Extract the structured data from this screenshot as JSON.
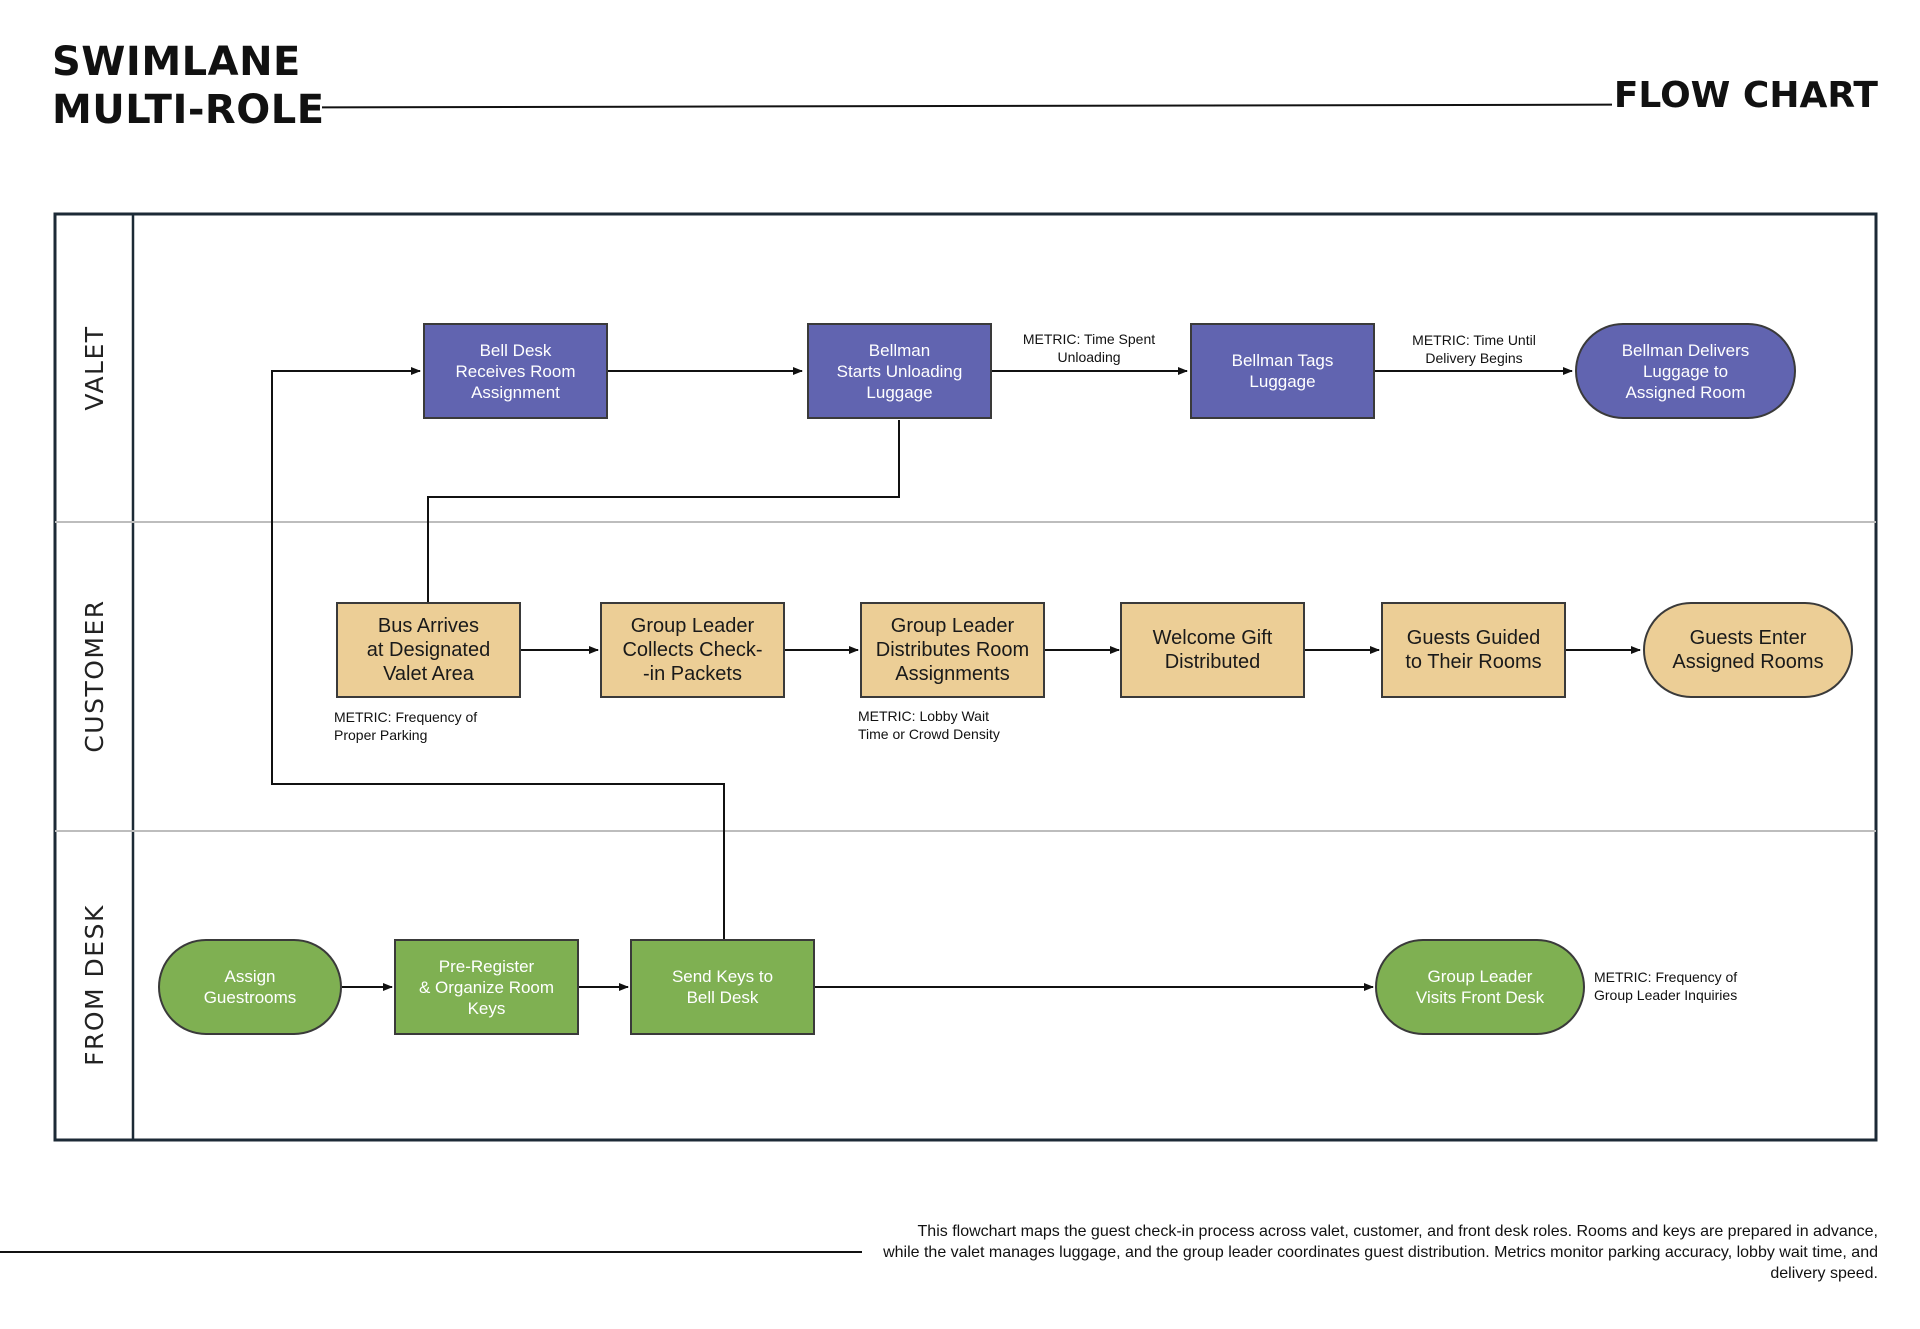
{
  "header": {
    "title_line1": "SWIMLANE",
    "title_line2": "MULTI-ROLE",
    "subtitle": "FLOW CHART"
  },
  "lanes": {
    "valet": "VALET",
    "customer": "CUSTOMER",
    "front_desk": "FROM DESK"
  },
  "nodes": {
    "bell_desk_receives": "Bell Desk\nReceives Room\nAssignment",
    "bellman_unloading": "Bellman\nStarts Unloading\nLuggage",
    "bellman_tags": "Bellman Tags\nLuggage",
    "bellman_delivers": "Bellman Delivers\nLuggage to\nAssigned Room",
    "bus_arrives": "Bus Arrives\nat Designated\nValet Area",
    "leader_collects": "Group Leader\nCollects Check-\n-in Packets",
    "leader_distributes": "Group Leader\nDistributes Room\nAssignments",
    "welcome_gift": "Welcome Gift\nDistributed",
    "guests_guided": "Guests Guided\nto Their Rooms",
    "guests_enter": "Guests Enter\nAssigned Rooms",
    "assign_guestrooms": "Assign\nGuestrooms",
    "pre_register": "Pre-Register\n& Organize Room\nKeys",
    "send_keys": "Send Keys to\nBell Desk",
    "leader_visits": "Group Leader\nVisits Front Desk"
  },
  "metrics": {
    "time_spent_unloading": "METRIC: Time Spent\nUnloading",
    "time_until_delivery": "METRIC: Time Until\nDelivery Begins",
    "proper_parking": "METRIC: Frequency of\nProper Parking",
    "lobby_wait": "METRIC: Lobby Wait\nTime or Crowd Density",
    "leader_inquiries": "METRIC: Frequency of\nGroup Leader Inquiries"
  },
  "colors": {
    "valet_fill": "#6164b0",
    "customer_fill": "#ecce96",
    "front_desk_fill": "#7fb052",
    "frame": "#1c2a36",
    "lane_divider": "#bdbdbd"
  },
  "description": "This flowchart maps the guest check-in process across valet, customer, and front desk roles. Rooms and keys are prepared in advance, while the valet manages luggage, and the group leader coordinates guest distribution. Metrics monitor parking accuracy, lobby wait time, and delivery speed."
}
